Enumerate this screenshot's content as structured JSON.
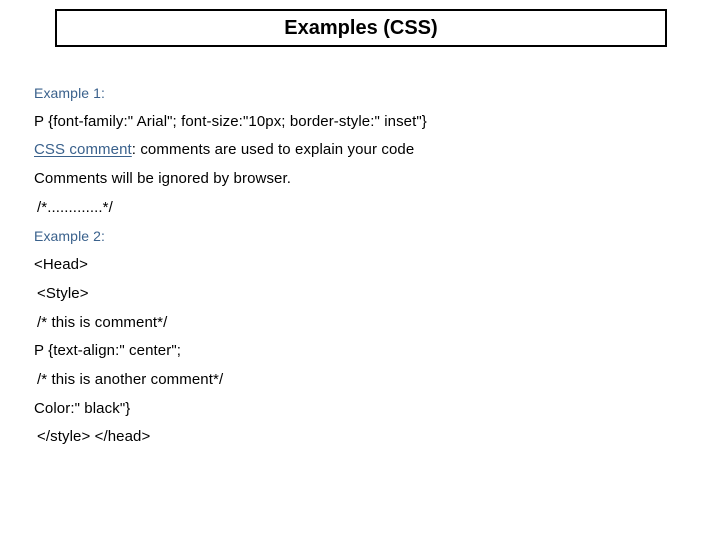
{
  "slide": {
    "background_color": "#ffffff",
    "title": {
      "text": "Examples (CSS)",
      "color": "#000000",
      "border_color": "#000000"
    },
    "accent_color": "#3A618C",
    "body_color": "#000000",
    "lines": [
      {
        "id": "example-1-heading",
        "kind": "heading",
        "text": "Example 1:"
      },
      {
        "id": "css-rule-1",
        "kind": "code",
        "text": "P {font-family:\" Arial\"; font-size:\"10px; border-style:\" inset\"}"
      },
      {
        "id": "css-comment-line",
        "kind": "link-line",
        "link_text": "CSS comment",
        "rest_text": ": comments are used to explain your code"
      },
      {
        "id": "comments-ignored",
        "kind": "text",
        "text": "Comments will be ignored by browser."
      },
      {
        "id": "comment-placeholder",
        "kind": "code",
        "text": "/*.............*/"
      },
      {
        "id": "example-2-heading",
        "kind": "heading",
        "text": "Example 2:"
      },
      {
        "id": "head-open-tag",
        "kind": "code",
        "text": "<Head>"
      },
      {
        "id": "style-open-tag",
        "kind": "code",
        "text": "<Style>"
      },
      {
        "id": "comment-this-is",
        "kind": "code",
        "text": "/* this is comment*/"
      },
      {
        "id": "css-rule-text-align",
        "kind": "code",
        "text": "P {text-align:\" center\";"
      },
      {
        "id": "comment-another",
        "kind": "code",
        "text": "/* this is another comment*/"
      },
      {
        "id": "css-rule-color",
        "kind": "code",
        "text": "Color:\" black\"}"
      },
      {
        "id": "close-tags",
        "kind": "code",
        "text": "</style> </head>"
      }
    ]
  }
}
